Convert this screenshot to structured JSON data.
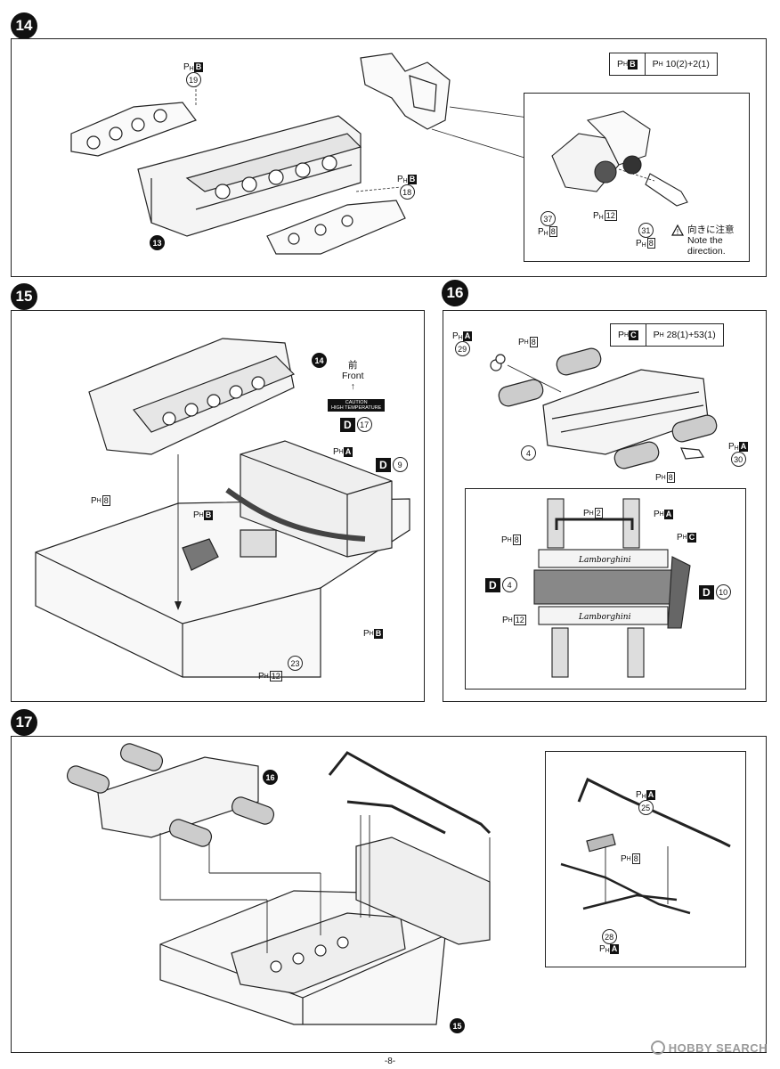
{
  "page_number": "-8-",
  "watermark": "HOBBY SEARCH",
  "steps": [
    {
      "number": "14",
      "parts_table": {
        "runner": "B",
        "spec": "10(2)+2(1)"
      },
      "callouts": [
        {
          "ph": "B",
          "part": "19"
        },
        {
          "ph": "B",
          "part": "18"
        },
        {
          "part": "13"
        }
      ],
      "detail": {
        "callouts": [
          {
            "ph": "8",
            "part": "37"
          },
          {
            "ph": "12",
            "part": ""
          },
          {
            "ph": "8",
            "part": "31"
          }
        ],
        "note_jp": "向きに注意",
        "note_en_1": "Note the",
        "note_en_2": "direction."
      }
    },
    {
      "number": "15",
      "front_jp": "前",
      "front_en": "Front",
      "caution_1": "CAUTION",
      "caution_2": "HIGH TEMPERATURE",
      "callouts": [
        {
          "part": "14"
        },
        {
          "decal": "D",
          "part": "17"
        },
        {
          "decal": "D",
          "part": "9"
        },
        {
          "ph": "A"
        },
        {
          "ph": "8"
        },
        {
          "ph": "B"
        },
        {
          "ph": "B"
        },
        {
          "ph": "12"
        },
        {
          "part": "23"
        }
      ]
    },
    {
      "number": "16",
      "parts_table": {
        "runner": "C",
        "spec": "28(1)+53(1)"
      },
      "callouts": [
        {
          "ph": "A",
          "part": "29"
        },
        {
          "ph": "8"
        },
        {
          "part": "4"
        },
        {
          "ph": "A",
          "part": "30"
        },
        {
          "ph": "8"
        }
      ],
      "detail": {
        "callouts": [
          {
            "ph": "2"
          },
          {
            "ph": "A"
          },
          {
            "ph": "8"
          },
          {
            "ph": "C"
          },
          {
            "decal": "D",
            "part": "4"
          },
          {
            "decal": "D",
            "part": "10"
          },
          {
            "ph": "12"
          }
        ],
        "brand_text": "Lamborghini"
      }
    },
    {
      "number": "17",
      "callouts": [
        {
          "part": "16"
        },
        {
          "part": "15"
        }
      ],
      "detail": {
        "callouts": [
          {
            "ph": "A",
            "part": "25"
          },
          {
            "ph": "8"
          },
          {
            "part": "28",
            "ph": "A"
          }
        ]
      }
    }
  ]
}
